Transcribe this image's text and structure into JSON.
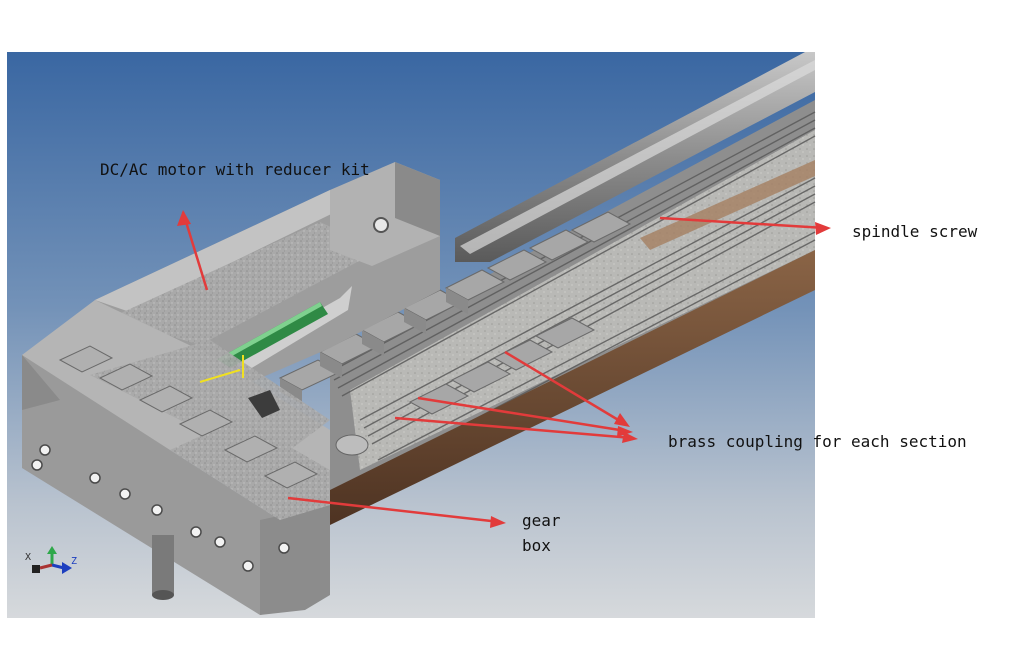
{
  "figure": {
    "labels": {
      "motor": "DC/AC motor with reducer kit",
      "spindle": "spindle screw",
      "coupling": "brass coupling for each section",
      "gear_line1": "gear",
      "gear_line2": "box"
    },
    "axis_triad": {
      "x": "X",
      "z": "Z"
    },
    "colors": {
      "background_top": "#3a6aa4",
      "background_bottom": "#d4d8dc",
      "arrow": "#e23b3b",
      "housing": "#9a9a9a",
      "rail_brown": "#6e4a32",
      "pcb_green": "#2f8a45"
    }
  }
}
